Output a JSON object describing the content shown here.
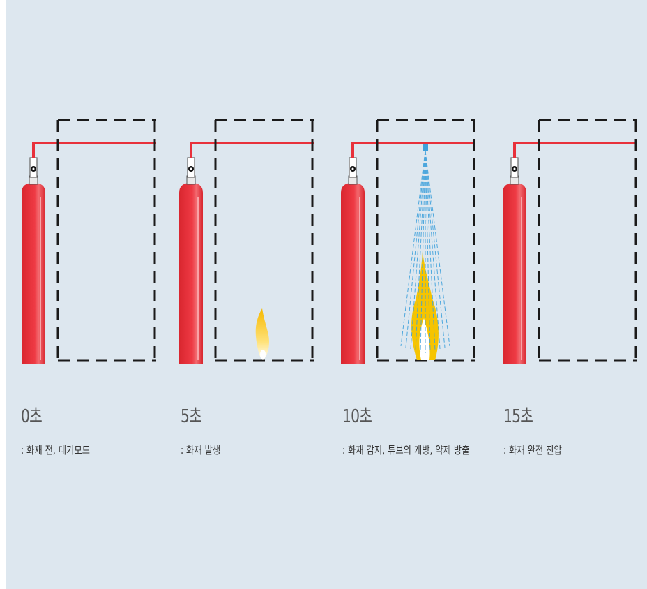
{
  "colors": {
    "background": "#dde7ef",
    "cylinder": "#e8313b",
    "pipe": "#e8313b",
    "frame": "#1a1a1a",
    "flame": "#f6c400",
    "spray": "#3ea1dc"
  },
  "stages": [
    {
      "time": "0초",
      "desc": ": 화재 전, 대기모드"
    },
    {
      "time": "5초",
      "desc": ": 화재 발생"
    },
    {
      "time": "10초",
      "desc": ": 화재 감지, 튜브의 개방, 약제 방출"
    },
    {
      "time": "15초",
      "desc": ": 화재 완전 진압"
    }
  ]
}
